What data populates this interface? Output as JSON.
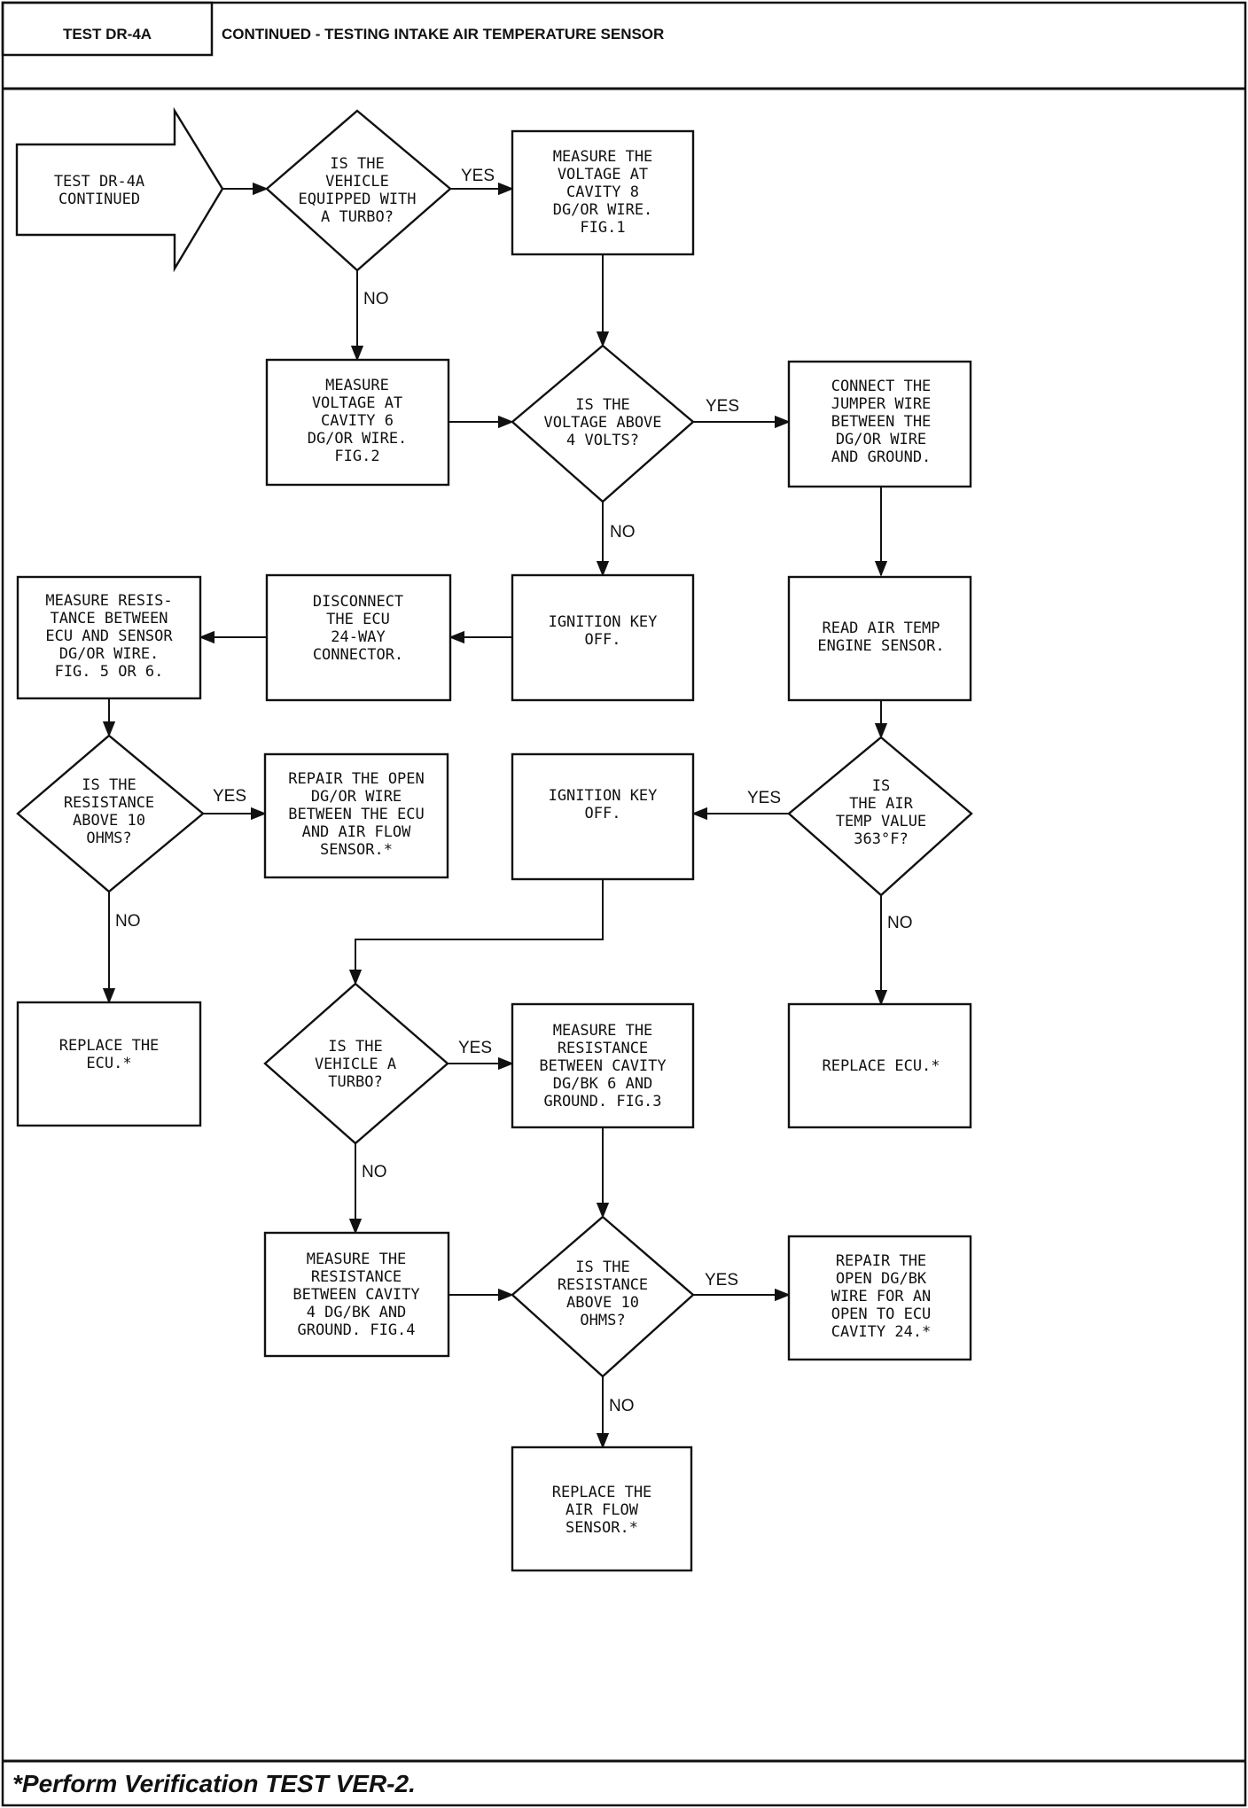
{
  "header": {
    "test_id": "TEST DR-4A",
    "title": "CONTINUED - TESTING INTAKE AIR TEMPERATURE SENSOR"
  },
  "footer": {
    "note": "*Perform Verification TEST VER-2."
  },
  "nodes": {
    "start": [
      "TEST DR-4A",
      "CONTINUED"
    ],
    "q_turbo_1": [
      "IS THE",
      "VEHICLE",
      "EQUIPPED WITH",
      "A TURBO?"
    ],
    "measure_cavity8": [
      "MEASURE THE",
      "VOLTAGE AT",
      "CAVITY 8",
      "DG/OR WIRE.",
      "FIG.1"
    ],
    "measure_cavity6": [
      "MEASURE",
      "VOLTAGE AT",
      "CAVITY 6",
      "DG/OR WIRE.",
      "FIG.2"
    ],
    "q_voltage": [
      "IS THE",
      "VOLTAGE ABOVE",
      "4 VOLTS?"
    ],
    "connect_jumper": [
      "CONNECT THE",
      "JUMPER WIRE",
      "BETWEEN THE",
      "DG/OR WIRE",
      "AND GROUND."
    ],
    "ignition_off_1": [
      "IGNITION KEY",
      "OFF."
    ],
    "disconnect_ecu": [
      "DISCONNECT",
      "THE ECU",
      "24-WAY",
      "CONNECTOR."
    ],
    "measure_resistance_ecu": [
      "MEASURE RESIS-",
      "TANCE BETWEEN",
      "ECU AND SENSOR",
      "DG/OR WIRE.",
      "FIG. 5 OR 6."
    ],
    "read_air_temp": [
      "READ AIR TEMP",
      "ENGINE SENSOR."
    ],
    "q_resistance_1": [
      "IS THE",
      "RESISTANCE",
      "ABOVE 10",
      "OHMS?"
    ],
    "repair_open_dgor": [
      "REPAIR THE OPEN",
      "DG/OR WIRE",
      "BETWEEN THE ECU",
      "AND AIR FLOW",
      "SENSOR.*"
    ],
    "ignition_off_2": [
      "IGNITION KEY",
      "OFF."
    ],
    "q_air_temp": [
      "IS",
      "THE AIR",
      "TEMP VALUE",
      "363°F?"
    ],
    "replace_ecu_1": [
      "REPLACE THE",
      "ECU.*"
    ],
    "replace_ecu_2": [
      "REPLACE ECU.*"
    ],
    "q_turbo_2": [
      "IS THE",
      "VEHICLE A",
      "TURBO?"
    ],
    "measure_res_cavity6": [
      "MEASURE THE",
      "RESISTANCE",
      "BETWEEN CAVITY",
      "DG/BK 6 AND",
      "GROUND. FIG.3"
    ],
    "measure_res_cavity4": [
      "MEASURE THE",
      "RESISTANCE",
      "BETWEEN CAVITY",
      "4 DG/BK AND",
      "GROUND. FIG.4"
    ],
    "q_resistance_2": [
      "IS THE",
      "RESISTANCE",
      "ABOVE 10",
      "OHMS?"
    ],
    "repair_open_dgbk": [
      "REPAIR THE",
      "OPEN DG/BK",
      "WIRE FOR AN",
      "OPEN TO ECU",
      "CAVITY 24.*"
    ],
    "replace_airflow": [
      "REPLACE THE",
      "AIR FLOW",
      "SENSOR.*"
    ]
  },
  "edge_labels": {
    "turbo1_yes": "YES",
    "turbo1_no": "NO",
    "voltage_yes": "YES",
    "voltage_no": "NO",
    "res1_yes": "YES",
    "res1_no": "NO",
    "airtemp_yes": "YES",
    "airtemp_no": "NO",
    "turbo2_yes": "YES",
    "turbo2_no": "NO",
    "res2_yes": "YES",
    "res2_no": "NO"
  }
}
